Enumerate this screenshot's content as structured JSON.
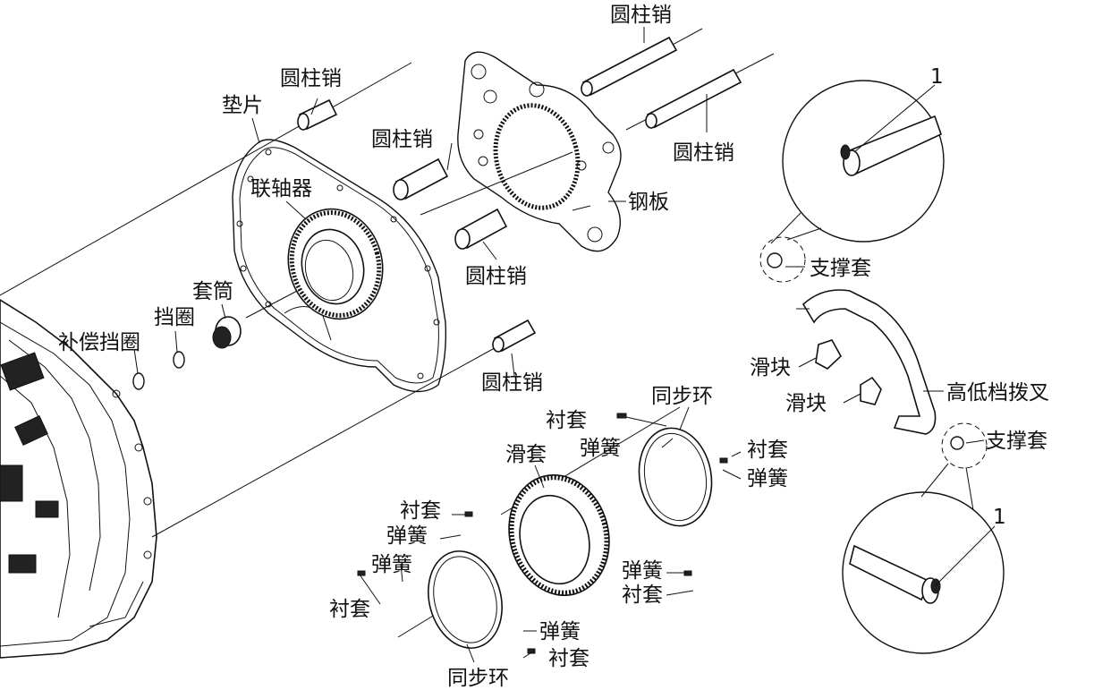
{
  "labels": {
    "pin_top_left": "圆柱销",
    "gasket": "垫片",
    "pin_top_center": "圆柱销",
    "pin_top_right": "圆柱销",
    "pin_upper_mid": "圆柱销",
    "coupling": "联轴器",
    "steel_plate": "钢板",
    "pin_lower_mid": "圆柱销",
    "sleeve": "套筒",
    "retaining_ring": "挡圈",
    "comp_ring": "补偿挡圈",
    "pin_bottom": "圆柱销",
    "sync_ring_top": "同步环",
    "bushing_1": "衬套",
    "spring_1": "弹簧",
    "bushing_2": "衬套",
    "spring_2": "弹簧",
    "sliding_sleeve": "滑套",
    "bushing_3": "衬套",
    "spring_3": "弹簧",
    "spring_4": "弹簧",
    "bushing_4": "衬套",
    "spring_5": "弹簧",
    "bushing_5": "衬套",
    "spring_6": "弹簧",
    "bushing_6": "衬套",
    "sync_ring_bottom": "同步环",
    "support_sleeve_top": "支撑套",
    "slider_1": "滑块",
    "slider_2": "滑块",
    "shift_fork": "高低档拨叉",
    "support_sleeve_bottom": "支撑套",
    "callout_top": "1",
    "callout_bottom": "1"
  }
}
